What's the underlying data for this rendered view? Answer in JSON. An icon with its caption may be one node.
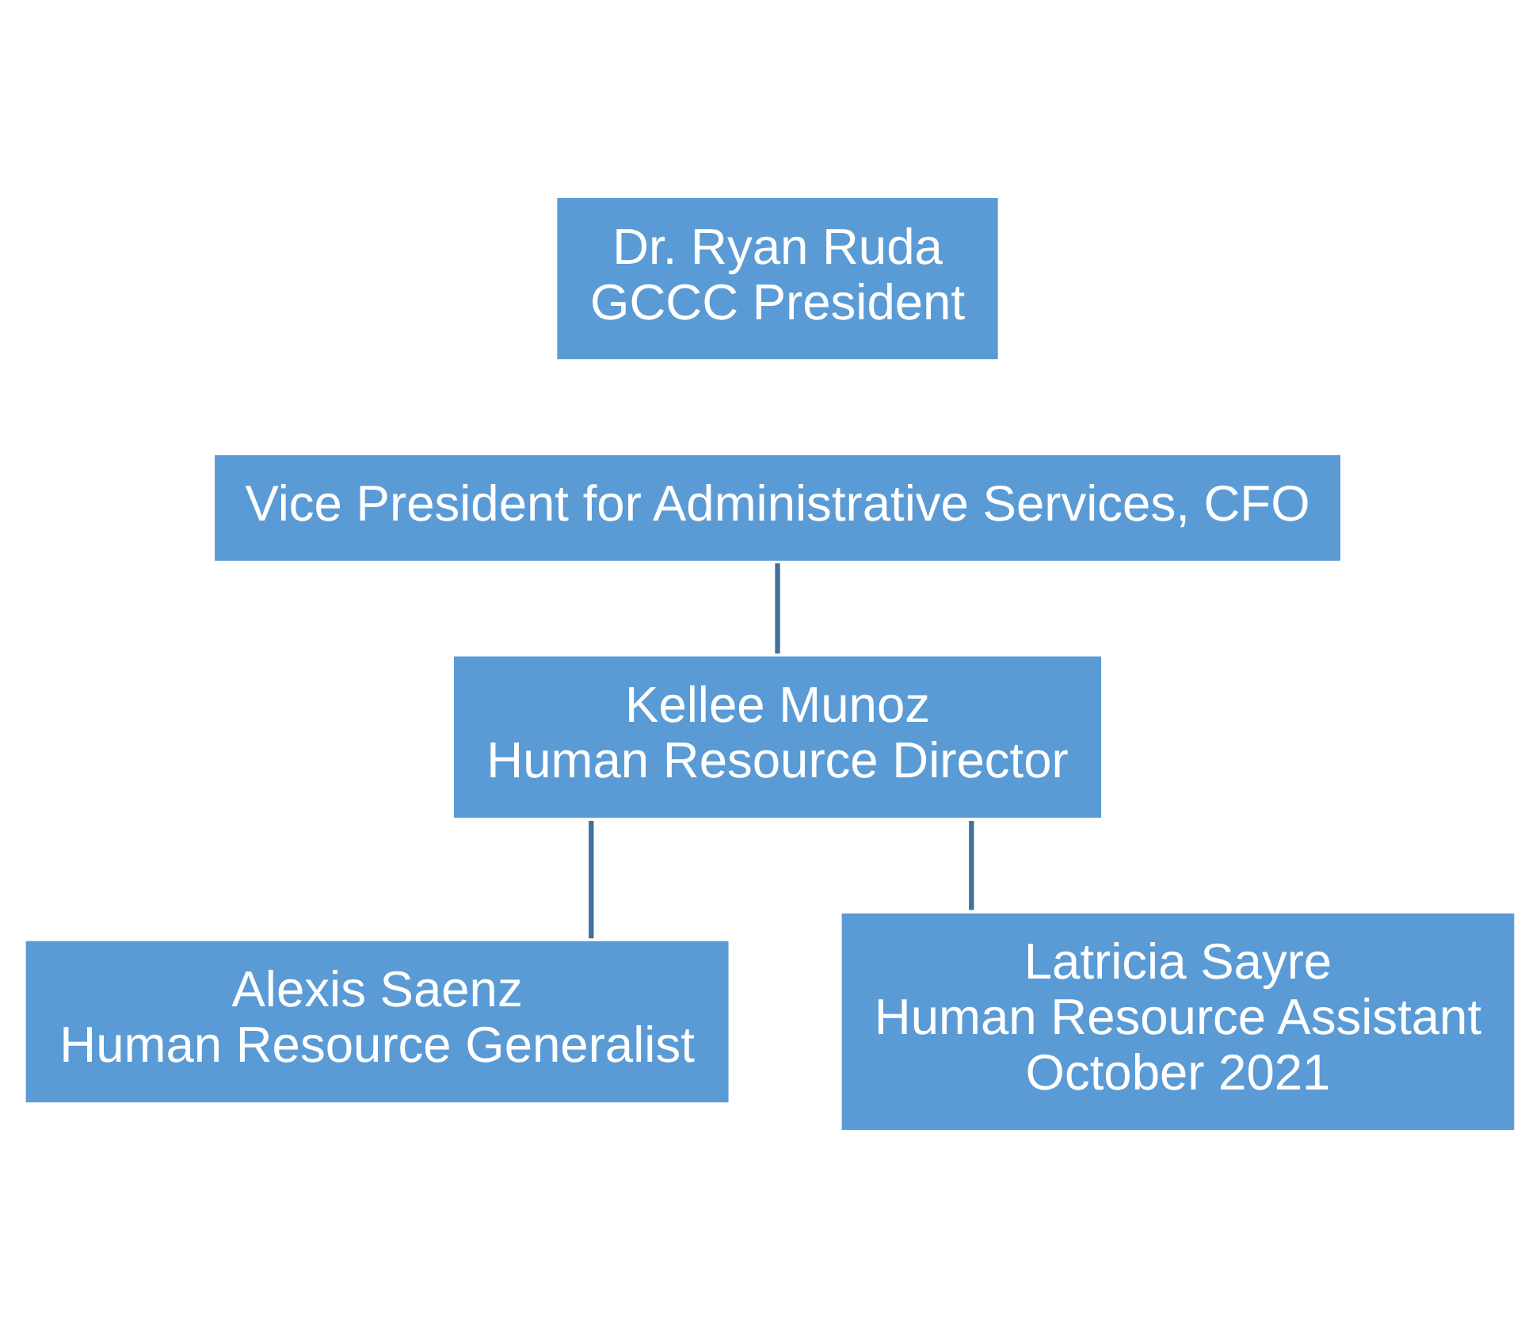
{
  "diagram": {
    "nodes": [
      {
        "text": [
          "Dr. Ryan Ruda",
          "GCCC President"
        ]
      },
      {
        "text": [
          "Vice President for Administrative Services, CFO"
        ]
      },
      {
        "text": [
          "Kellee Munoz",
          "Human Resource Director"
        ]
      },
      {
        "text": [
          "Alexis Saenz",
          "Human Resource Generalist"
        ]
      },
      {
        "text": [
          "Latricia Sayre",
          "Human Resource Assistant",
          "October 2021"
        ]
      }
    ],
    "edges": [
      {
        "from": 1,
        "to": 2,
        "arrow": "none"
      },
      {
        "from": 2,
        "to": 3,
        "arrow": "none"
      },
      {
        "from": 2,
        "to": 4,
        "arrow": "none"
      }
    ]
  }
}
